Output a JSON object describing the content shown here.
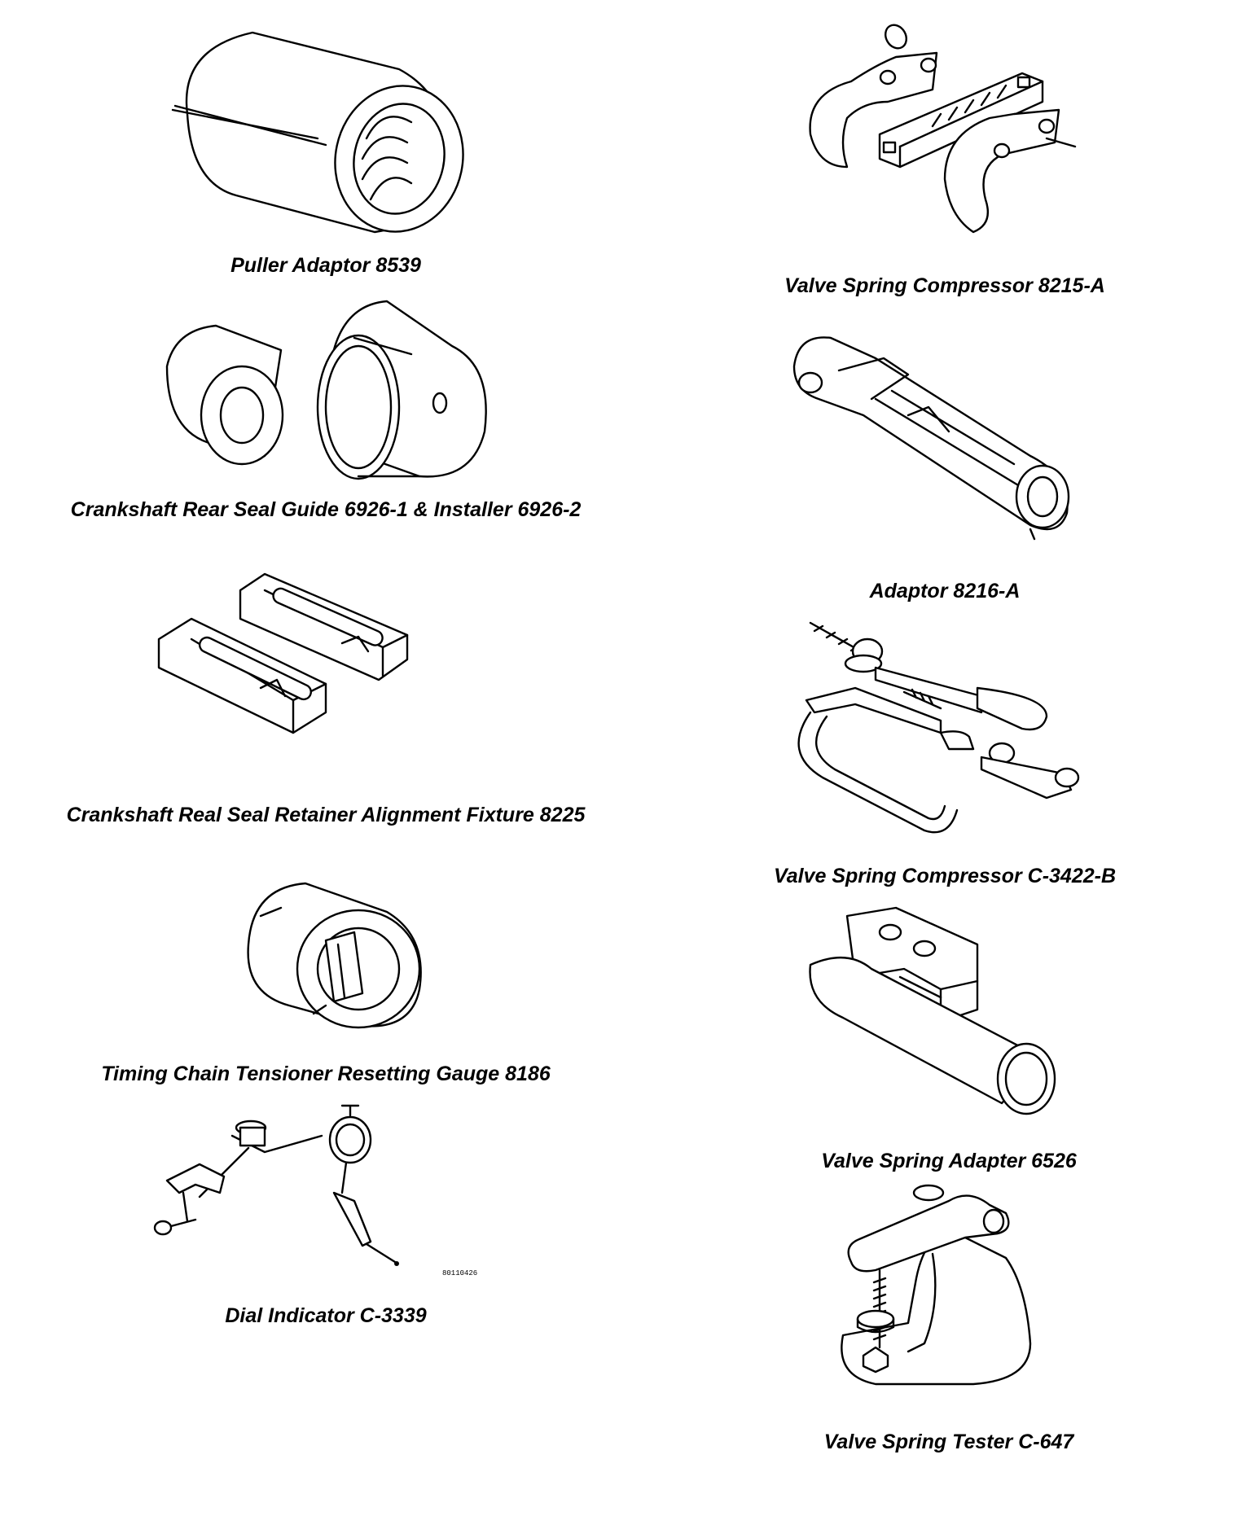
{
  "tools_left": [
    {
      "caption": "Puller Adaptor 8539",
      "icon": "puller-adaptor-icon"
    },
    {
      "caption": "Crankshaft Rear Seal Guide 6926-1 & Installer 6926-2",
      "icon": "seal-guide-installer-icon"
    },
    {
      "caption": "Crankshaft Real Seal Retainer Alignment Fixture 8225",
      "icon": "alignment-fixture-icon"
    },
    {
      "caption": "Timing Chain Tensioner Resetting Gauge 8186",
      "icon": "resetting-gauge-icon"
    },
    {
      "caption": "Dial Indicator C-3339",
      "icon": "dial-indicator-icon",
      "figure_code": "80110426"
    }
  ],
  "tools_right": [
    {
      "caption": "Valve Spring Compressor 8215-A",
      "icon": "valve-spring-compressor-icon"
    },
    {
      "caption": "Adaptor 8216-A",
      "icon": "adaptor-icon"
    },
    {
      "caption": "Valve Spring Compressor C-3422-B",
      "icon": "c-clamp-compressor-icon"
    },
    {
      "caption": "Valve Spring Adapter 6526",
      "icon": "valve-spring-adapter-icon"
    },
    {
      "caption": "Valve Spring Tester C-647",
      "icon": "valve-spring-tester-icon"
    }
  ]
}
